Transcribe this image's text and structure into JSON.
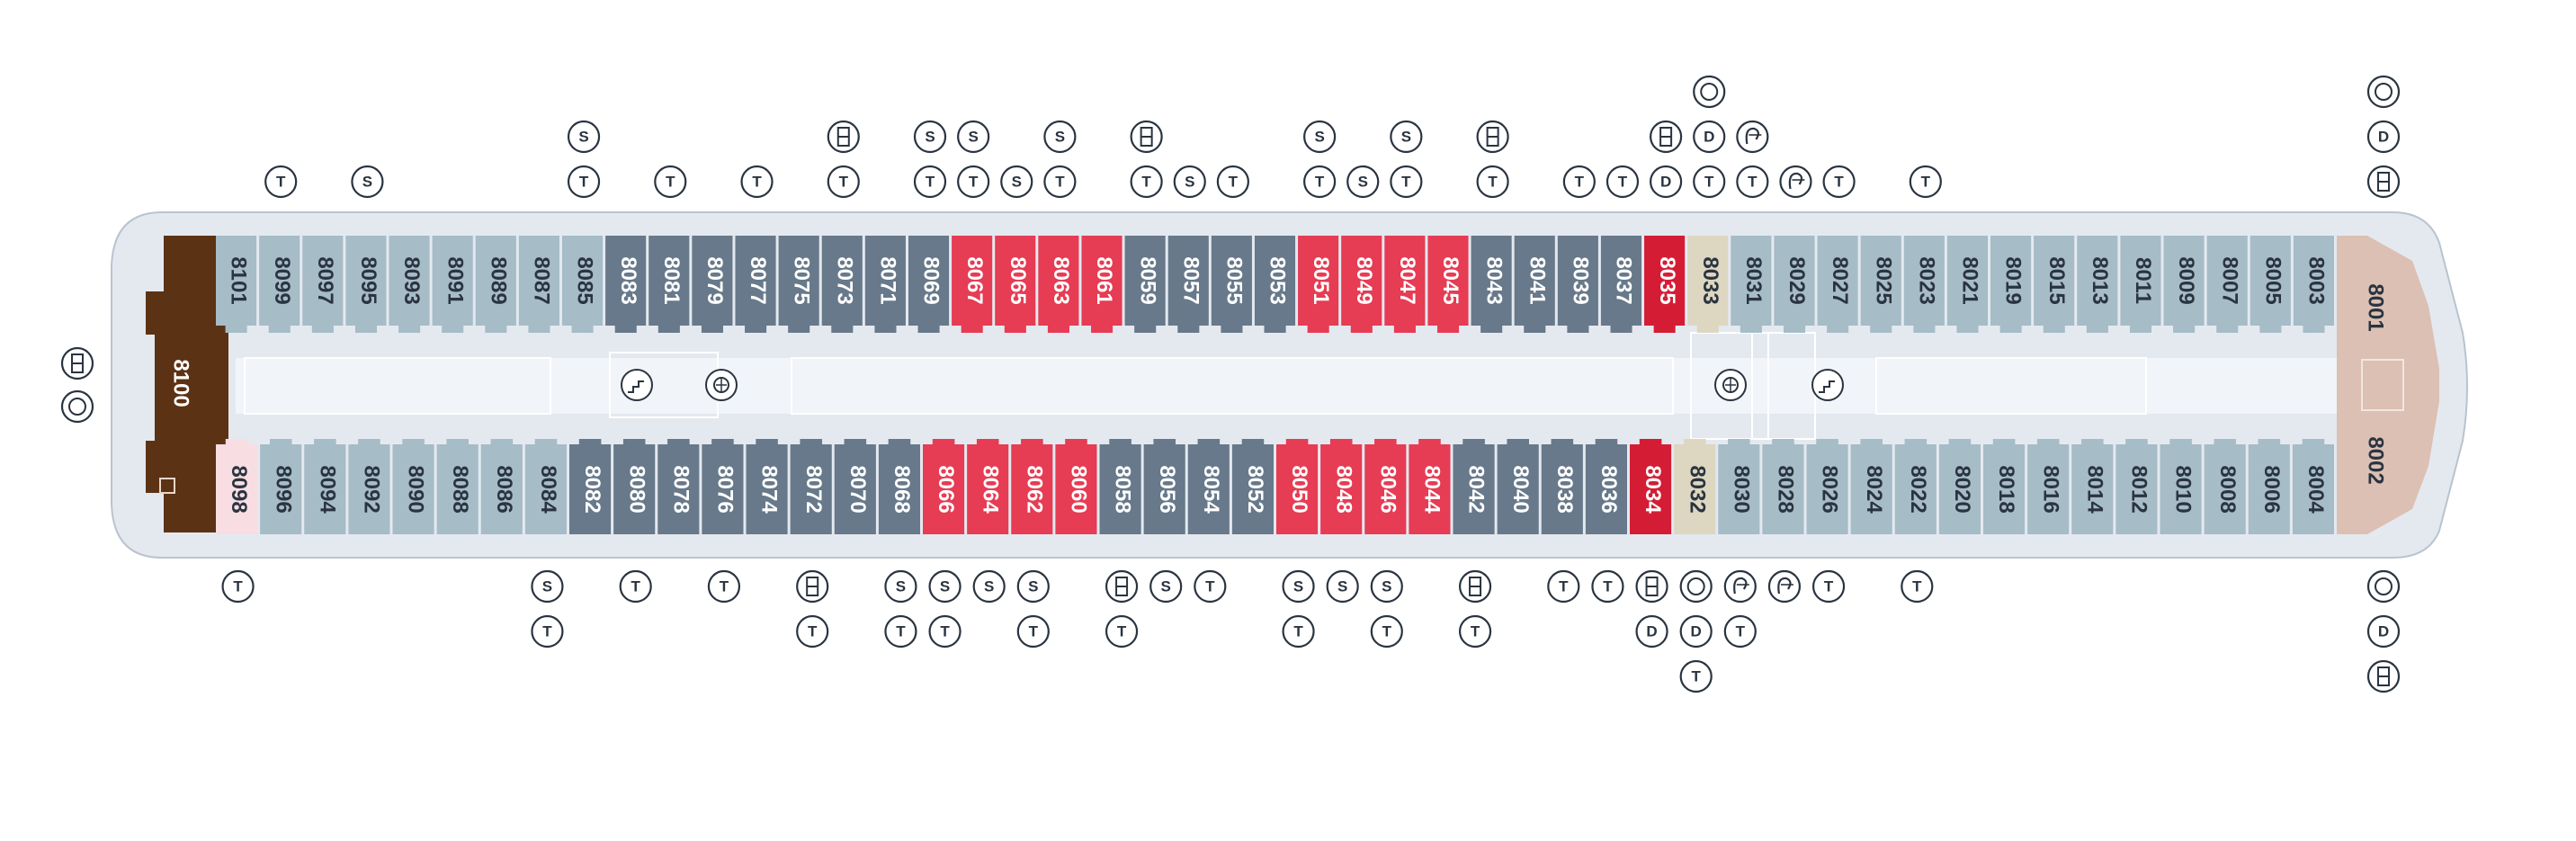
{
  "deck": {
    "bow_suites": [
      "8001",
      "8002"
    ],
    "stern_suite": "8100"
  },
  "colors": {
    "hull": "#e4e9f0",
    "corridor": "#f1f4f8",
    "light": "#a6bcc7",
    "dark": "#67798a",
    "red": "#e63c54",
    "darkred": "#d41d35",
    "beige": "#ddd6c0",
    "bow": "#dcc0b3",
    "stern": "#5c3215",
    "pink": "#f8dde2"
  },
  "cabins": {
    "top": [
      {
        "label": "8101",
        "cls": "light"
      },
      {
        "label": "8099",
        "cls": "light"
      },
      {
        "label": "8097",
        "cls": "light"
      },
      {
        "label": "8095",
        "cls": "light"
      },
      {
        "label": "8093",
        "cls": "light"
      },
      {
        "label": "8091",
        "cls": "light"
      },
      {
        "label": "8089",
        "cls": "light"
      },
      {
        "label": "8087",
        "cls": "light"
      },
      {
        "label": "8085",
        "cls": "light"
      },
      {
        "label": "8083",
        "cls": "dark"
      },
      {
        "label": "8081",
        "cls": "dark"
      },
      {
        "label": "8079",
        "cls": "dark"
      },
      {
        "label": "8077",
        "cls": "dark"
      },
      {
        "label": "8075",
        "cls": "dark"
      },
      {
        "label": "8073",
        "cls": "dark"
      },
      {
        "label": "8071",
        "cls": "dark"
      },
      {
        "label": "8069",
        "cls": "dark"
      },
      {
        "label": "8067",
        "cls": "red"
      },
      {
        "label": "8065",
        "cls": "red"
      },
      {
        "label": "8063",
        "cls": "red"
      },
      {
        "label": "8061",
        "cls": "red"
      },
      {
        "label": "8059",
        "cls": "dark"
      },
      {
        "label": "8057",
        "cls": "dark"
      },
      {
        "label": "8055",
        "cls": "dark"
      },
      {
        "label": "8053",
        "cls": "dark"
      },
      {
        "label": "8051",
        "cls": "red"
      },
      {
        "label": "8049",
        "cls": "red"
      },
      {
        "label": "8047",
        "cls": "red"
      },
      {
        "label": "8045",
        "cls": "red"
      },
      {
        "label": "8043",
        "cls": "dark"
      },
      {
        "label": "8041",
        "cls": "dark"
      },
      {
        "label": "8039",
        "cls": "dark"
      },
      {
        "label": "8037",
        "cls": "dark"
      },
      {
        "label": "8035",
        "cls": "darkred"
      },
      {
        "label": "8033",
        "cls": "beige"
      },
      {
        "label": "8031",
        "cls": "light"
      },
      {
        "label": "8029",
        "cls": "light"
      },
      {
        "label": "8027",
        "cls": "light"
      },
      {
        "label": "8025",
        "cls": "light"
      },
      {
        "label": "8023",
        "cls": "light"
      },
      {
        "label": "8021",
        "cls": "light"
      },
      {
        "label": "8019",
        "cls": "light"
      },
      {
        "label": "8015",
        "cls": "light"
      },
      {
        "label": "8013",
        "cls": "light"
      },
      {
        "label": "8011",
        "cls": "light"
      },
      {
        "label": "8009",
        "cls": "light"
      },
      {
        "label": "8007",
        "cls": "light"
      },
      {
        "label": "8005",
        "cls": "light"
      },
      {
        "label": "8003",
        "cls": "light"
      }
    ],
    "bottom": [
      {
        "label": "8098",
        "cls": "pink"
      },
      {
        "label": "8096",
        "cls": "light"
      },
      {
        "label": "8094",
        "cls": "light"
      },
      {
        "label": "8092",
        "cls": "light"
      },
      {
        "label": "8090",
        "cls": "light"
      },
      {
        "label": "8088",
        "cls": "light"
      },
      {
        "label": "8086",
        "cls": "light"
      },
      {
        "label": "8084",
        "cls": "light"
      },
      {
        "label": "8082",
        "cls": "dark"
      },
      {
        "label": "8080",
        "cls": "dark"
      },
      {
        "label": "8078",
        "cls": "dark"
      },
      {
        "label": "8076",
        "cls": "dark"
      },
      {
        "label": "8074",
        "cls": "dark"
      },
      {
        "label": "8072",
        "cls": "dark"
      },
      {
        "label": "8070",
        "cls": "dark"
      },
      {
        "label": "8068",
        "cls": "dark"
      },
      {
        "label": "8066",
        "cls": "red"
      },
      {
        "label": "8064",
        "cls": "red"
      },
      {
        "label": "8062",
        "cls": "red"
      },
      {
        "label": "8060",
        "cls": "red"
      },
      {
        "label": "8058",
        "cls": "dark"
      },
      {
        "label": "8056",
        "cls": "dark"
      },
      {
        "label": "8054",
        "cls": "dark"
      },
      {
        "label": "8052",
        "cls": "dark"
      },
      {
        "label": "8050",
        "cls": "red"
      },
      {
        "label": "8048",
        "cls": "red"
      },
      {
        "label": "8046",
        "cls": "red"
      },
      {
        "label": "8044",
        "cls": "red"
      },
      {
        "label": "8042",
        "cls": "dark"
      },
      {
        "label": "8040",
        "cls": "dark"
      },
      {
        "label": "8038",
        "cls": "dark"
      },
      {
        "label": "8036",
        "cls": "dark"
      },
      {
        "label": "8034",
        "cls": "darkred"
      },
      {
        "label": "8032",
        "cls": "beige"
      },
      {
        "label": "8030",
        "cls": "light"
      },
      {
        "label": "8028",
        "cls": "light"
      },
      {
        "label": "8026",
        "cls": "light"
      },
      {
        "label": "8024",
        "cls": "light"
      },
      {
        "label": "8022",
        "cls": "light"
      },
      {
        "label": "8020",
        "cls": "light"
      },
      {
        "label": "8018",
        "cls": "light"
      },
      {
        "label": "8016",
        "cls": "light"
      },
      {
        "label": "8014",
        "cls": "light"
      },
      {
        "label": "8012",
        "cls": "light"
      },
      {
        "label": "8010",
        "cls": "light"
      },
      {
        "label": "8008",
        "cls": "light"
      },
      {
        "label": "8006",
        "cls": "light"
      },
      {
        "label": "8004",
        "cls": "light"
      }
    ]
  },
  "symbols": {
    "top": [
      {
        "cabin": "8099",
        "stack": [
          "T"
        ]
      },
      {
        "cabin": "8095",
        "stack": [
          "S"
        ]
      },
      {
        "cabin": "8085",
        "stack": [
          "S",
          "T"
        ]
      },
      {
        "cabin": "8081",
        "stack": [
          "T"
        ]
      },
      {
        "cabin": "8077",
        "stack": [
          "T"
        ]
      },
      {
        "cabin": "8073",
        "stack": [
          "bed",
          "T"
        ]
      },
      {
        "cabin": "8069",
        "stack": [
          "S",
          "T"
        ]
      },
      {
        "cabin": "8067",
        "stack": [
          "S",
          "T"
        ]
      },
      {
        "cabin": "8065",
        "stack": [
          "S"
        ]
      },
      {
        "cabin": "8063",
        "stack": [
          "S",
          "T"
        ]
      },
      {
        "cabin": "8059",
        "stack": [
          "bed",
          "T"
        ]
      },
      {
        "cabin": "8057",
        "stack": [
          "S"
        ]
      },
      {
        "cabin": "8055",
        "stack": [
          "T"
        ]
      },
      {
        "cabin": "8051",
        "stack": [
          "S",
          "T"
        ]
      },
      {
        "cabin": "8049",
        "stack": [
          "S"
        ]
      },
      {
        "cabin": "8047",
        "stack": [
          "S",
          "T"
        ]
      },
      {
        "cabin": "8043",
        "stack": [
          "bed",
          "T"
        ]
      },
      {
        "cabin": "8039",
        "stack": [
          "T"
        ]
      },
      {
        "cabin": "8037",
        "stack": [
          "T"
        ]
      },
      {
        "cabin": "8035",
        "stack": [
          "bed",
          "D"
        ]
      },
      {
        "cabin": "8033",
        "stack": [
          "spa",
          "D",
          "T"
        ]
      },
      {
        "cabin": "8031",
        "stack": [
          "ear",
          "T"
        ]
      },
      {
        "cabin": "8029",
        "stack": [
          "ear"
        ]
      },
      {
        "cabin": "8027",
        "stack": [
          "T"
        ]
      },
      {
        "cabin": "8023",
        "stack": [
          "T"
        ]
      },
      {
        "cabin": "8001",
        "stack": [
          "spa",
          "D",
          "bed"
        ]
      }
    ],
    "bottom": [
      {
        "cabin": "8098",
        "stack": [
          "T"
        ]
      },
      {
        "cabin": "8084",
        "stack": [
          "S",
          "T"
        ]
      },
      {
        "cabin": "8080",
        "stack": [
          "T"
        ]
      },
      {
        "cabin": "8076",
        "stack": [
          "T"
        ]
      },
      {
        "cabin": "8072",
        "stack": [
          "bed",
          "T"
        ]
      },
      {
        "cabin": "8068",
        "stack": [
          "S",
          "T"
        ]
      },
      {
        "cabin": "8066",
        "stack": [
          "S",
          "T"
        ]
      },
      {
        "cabin": "8064",
        "stack": [
          "S"
        ]
      },
      {
        "cabin": "8062",
        "stack": [
          "S",
          "T"
        ]
      },
      {
        "cabin": "8058",
        "stack": [
          "bed",
          "T"
        ]
      },
      {
        "cabin": "8056",
        "stack": [
          "S"
        ]
      },
      {
        "cabin": "8054",
        "stack": [
          "T"
        ]
      },
      {
        "cabin": "8050",
        "stack": [
          "S",
          "T"
        ]
      },
      {
        "cabin": "8048",
        "stack": [
          "S"
        ]
      },
      {
        "cabin": "8046",
        "stack": [
          "S",
          "T"
        ]
      },
      {
        "cabin": "8042",
        "stack": [
          "bed",
          "T"
        ]
      },
      {
        "cabin": "8038",
        "stack": [
          "T"
        ]
      },
      {
        "cabin": "8036",
        "stack": [
          "T"
        ]
      },
      {
        "cabin": "8034",
        "stack": [
          "bed",
          "D"
        ]
      },
      {
        "cabin": "8032",
        "stack": [
          "spa",
          "D",
          "T"
        ]
      },
      {
        "cabin": "8030",
        "stack": [
          "ear",
          "T"
        ]
      },
      {
        "cabin": "8028",
        "stack": [
          "ear"
        ]
      },
      {
        "cabin": "8026",
        "stack": [
          "T"
        ]
      },
      {
        "cabin": "8022",
        "stack": [
          "T"
        ]
      },
      {
        "cabin": "8002",
        "stack": [
          "spa",
          "D",
          "bed"
        ]
      }
    ],
    "stern": [
      "bed",
      "spa"
    ]
  }
}
